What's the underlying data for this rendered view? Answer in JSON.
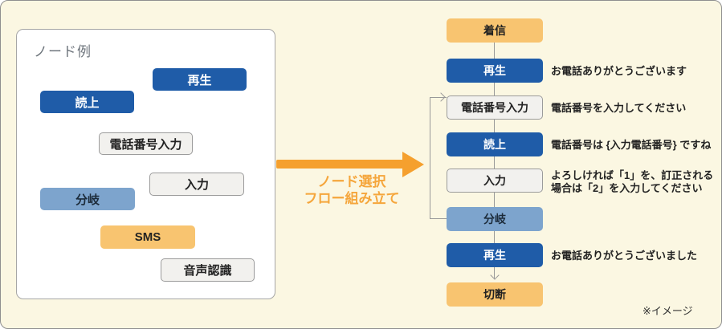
{
  "palette": {
    "background": "#fbf7e2",
    "node_blue": "#1f5ca8",
    "node_light_blue": "#7da4cd",
    "node_orange": "#f8c470",
    "node_gray": "#f2f1ee",
    "arrow_orange": "#f5a02e",
    "connector_gray": "#999999"
  },
  "left_panel": {
    "title": "ノード例",
    "nodes": [
      {
        "label": "再生",
        "type": "blue"
      },
      {
        "label": "読上",
        "type": "blue"
      },
      {
        "label": "電話番号入力",
        "type": "gray"
      },
      {
        "label": "入力",
        "type": "gray"
      },
      {
        "label": "分岐",
        "type": "light-blue"
      },
      {
        "label": "SMS",
        "type": "orange"
      },
      {
        "label": "音声認識",
        "type": "gray"
      }
    ]
  },
  "transition_arrow": {
    "label_line1": "ノード選択",
    "label_line2": "フロー組み立て"
  },
  "flow": {
    "steps": [
      {
        "label": "着信",
        "type": "orange",
        "desc": ""
      },
      {
        "label": "再生",
        "type": "blue",
        "desc": "お電話ありがとうございます"
      },
      {
        "label": "電話番号入力",
        "type": "gray",
        "desc": "電話番号を入力してください"
      },
      {
        "label": "読上",
        "type": "blue",
        "desc": "電話番号は {入力電話番号} ですね"
      },
      {
        "label": "入力",
        "type": "gray",
        "desc": "よろしければ「1」を、訂正される\n場合は「2」を入力してください"
      },
      {
        "label": "分岐",
        "type": "light-blue",
        "desc": ""
      },
      {
        "label": "再生",
        "type": "blue",
        "desc": "お電話ありがとうございました"
      },
      {
        "label": "切断",
        "type": "orange",
        "desc": ""
      }
    ]
  },
  "footnote": "※イメージ"
}
